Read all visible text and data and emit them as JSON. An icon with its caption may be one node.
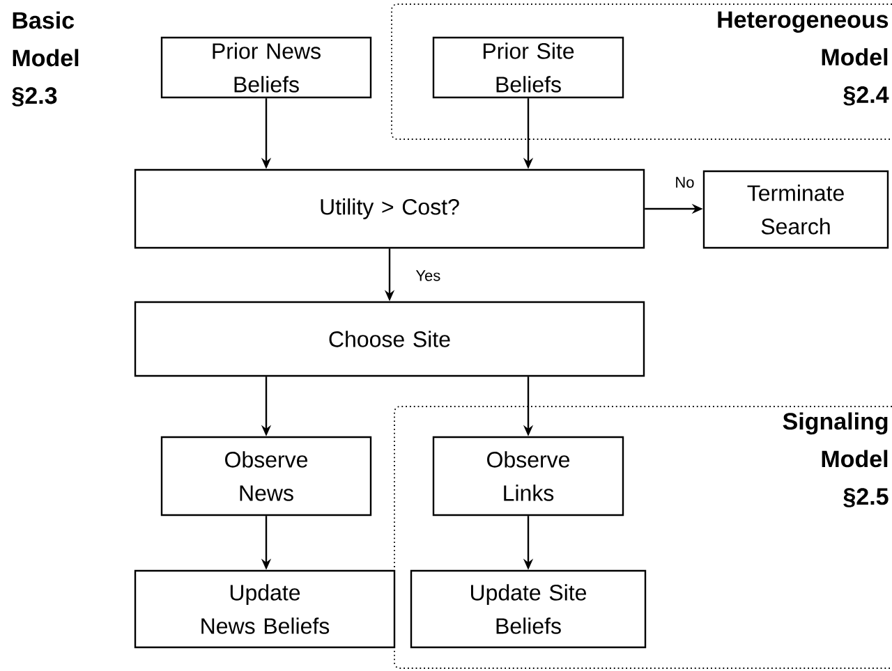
{
  "diagram": {
    "nodes": [
      {
        "text": [
          "Heterogeneous Model §2.4"
        ]
      },
      {
        "text": [
          "Prior News Beliefs"
        ]
      },
      {
        "text": [
          "Prior Site Beliefs"
        ],
        "in": 0
      },
      {
        "text": [
          "Utility > Cost?"
        ]
      },
      {
        "text": [
          "Terminate Search"
        ]
      },
      {
        "text": [
          "Choose Site"
        ]
      },
      {
        "text": [
          "Signaling Model §2.5"
        ]
      },
      {
        "text": [
          "Observe News"
        ]
      },
      {
        "text": [
          "Observe Links"
        ],
        "in": 6
      },
      {
        "text": [
          "Update News Beliefs"
        ]
      },
      {
        "text": [
          "Update Site Beliefs"
        ],
        "in": 6
      }
    ],
    "edges": [
      {
        "from": 1,
        "to": 3,
        "arrow": "to"
      },
      {
        "from": 2,
        "to": 3,
        "arrow": "to"
      },
      {
        "from": 3,
        "to": 4,
        "arrow": "to",
        "label": "No"
      },
      {
        "from": 3,
        "to": 5,
        "arrow": "to",
        "label": "Yes"
      },
      {
        "from": 5,
        "to": 7,
        "arrow": "to"
      },
      {
        "from": 5,
        "to": 8,
        "arrow": "to"
      },
      {
        "from": 7,
        "to": 9,
        "arrow": "to"
      },
      {
        "from": 8,
        "to": 10,
        "arrow": "to"
      }
    ],
    "labels": [
      "Basic Model §2.3"
    ]
  }
}
